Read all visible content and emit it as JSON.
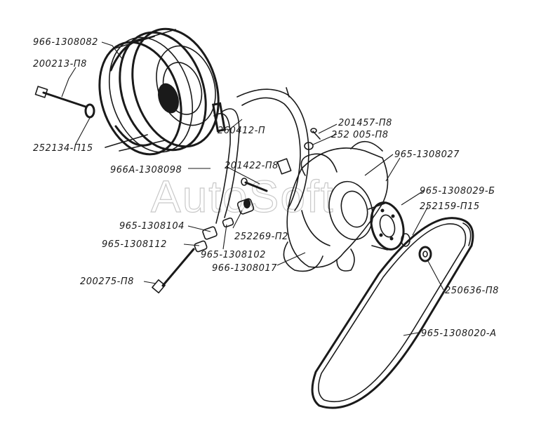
{
  "watermark": "AutoSoft",
  "labels": {
    "pulley": "966-1308082",
    "long_bolt": "200213-П8",
    "washer_left": "252134-П15",
    "bracket": "260412-П",
    "bolt_small_top": "201457-П8",
    "washer_small_top": "252 005-П8",
    "fan_top": "965-1308027",
    "clamp": "966А-1308098",
    "bolt_mid": "201422-П8",
    "hub": "965-1308029-Б",
    "washer_hub": "252159-П15",
    "spacer1": "965-1308104",
    "washer_mid": "252269-П2",
    "spacer2": "965-1308112",
    "spacer3": "965-1308102",
    "fan": "966-1308017",
    "bolt_bottom": "200275-П8",
    "nut": "250636-П8",
    "belt": "965-1308020-А"
  }
}
